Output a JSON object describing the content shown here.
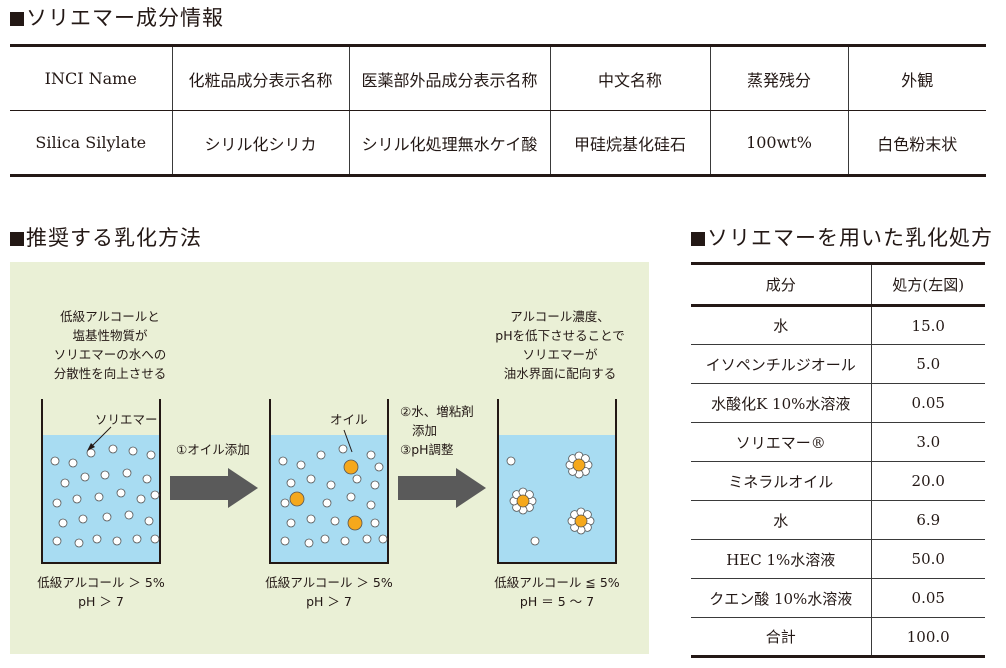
{
  "info_section": {
    "title": "ソリエマー成分情報",
    "headers": [
      "INCI Name",
      "化粧品成分表示名称",
      "医薬部外品成分表示名称",
      "中文名称",
      "蒸発残分",
      "外観"
    ],
    "values": [
      "Silica Silylate",
      "シリル化シリカ",
      "シリル化処理無水ケイ酸",
      "甲硅烷基化硅石",
      "100wt%",
      "白色粉末状"
    ]
  },
  "method_section": {
    "title": "推奨する乳化方法",
    "note_left": [
      "低級アルコールと",
      "塩基性物質が",
      "ソリエマーの水への",
      "分散性を向上させる"
    ],
    "note_right": [
      "アルコール濃度、",
      "pHを低下させることで",
      "ソリエマーが",
      "油水界面に配向する"
    ],
    "beaker1_label": "ソリエマー",
    "beaker2_label": "オイル",
    "step1": "①オイル添加",
    "step2": [
      "②水、増粘剤",
      "添加",
      "③pH調整"
    ],
    "cond1": [
      "低級アルコール ＞ 5%",
      "pH ＞ 7"
    ],
    "cond2": [
      "低級アルコール ＞ 5%",
      "pH ＞ 7"
    ],
    "cond3": [
      "低級アルコール ≦ 5%",
      "pH ＝ 5 ～ 7"
    ],
    "colors": {
      "background": "#eaf0d6",
      "water": "#a8dcf2",
      "oil": "#f5a81c",
      "particle": "#ffffff"
    }
  },
  "formula_section": {
    "title": "ソリエマーを用いた乳化処方",
    "headers": [
      "成分",
      "処方(左図)"
    ],
    "rows": [
      [
        "水",
        "15.0"
      ],
      [
        "イソペンチルジオール",
        "5.0"
      ],
      [
        "水酸化K 10%水溶液",
        "0.05"
      ],
      [
        "ソリエマー®",
        "3.0"
      ],
      [
        "ミネラルオイル",
        "20.0"
      ],
      [
        "水",
        "6.9"
      ],
      [
        "HEC 1%水溶液",
        "50.0"
      ],
      [
        "クエン酸 10%水溶液",
        "0.05"
      ],
      [
        "合計",
        "100.0"
      ]
    ]
  }
}
